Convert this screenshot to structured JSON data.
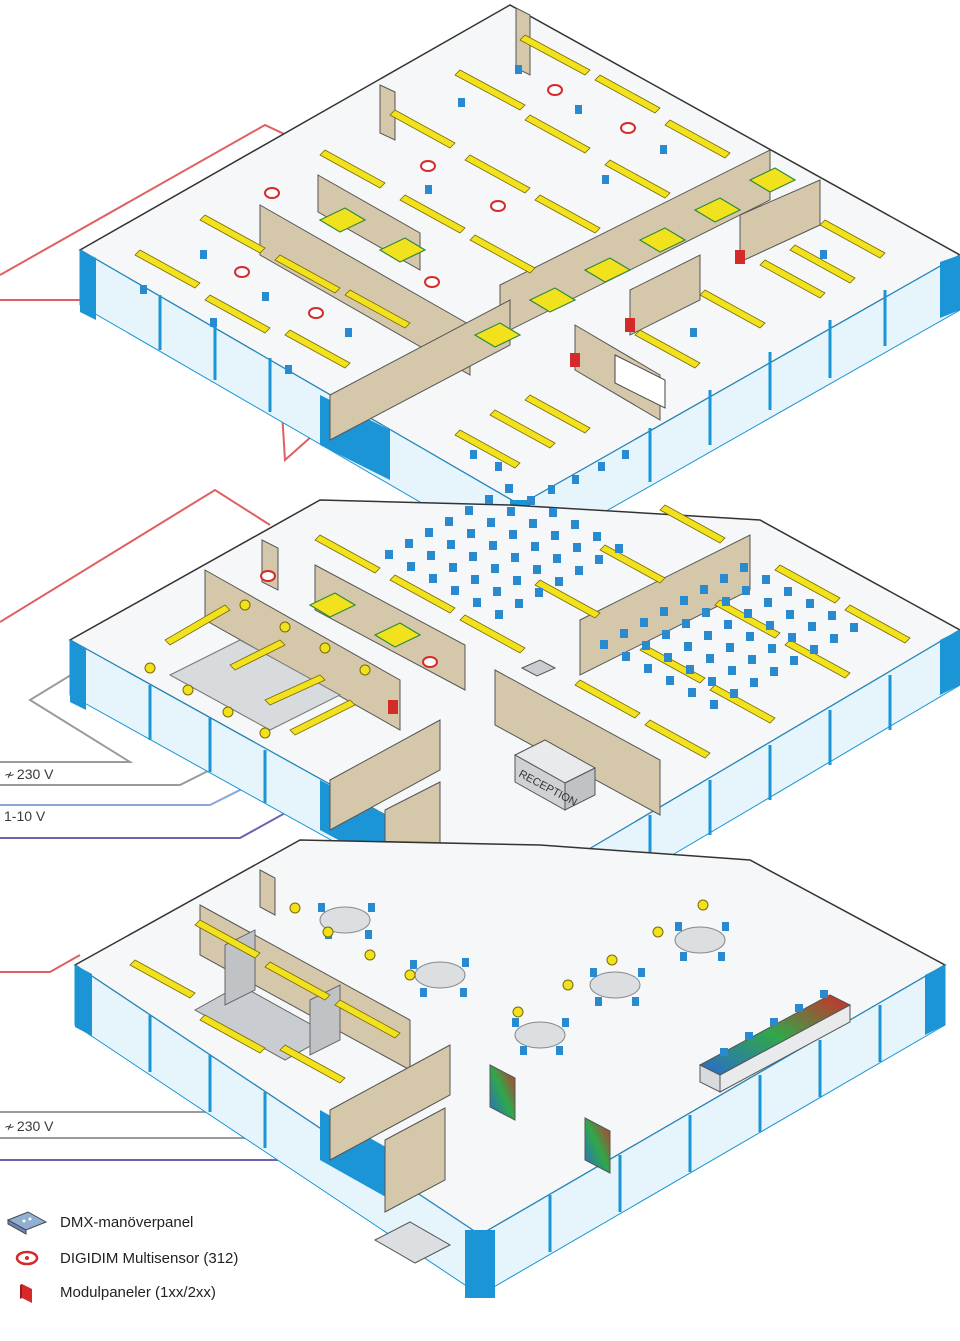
{
  "wires": [
    {
      "id": "w1",
      "label": "230 V",
      "symbol": "ac-icon"
    },
    {
      "id": "w2",
      "label": "1-10 V",
      "symbol": ""
    },
    {
      "id": "w3",
      "label": "230 V",
      "symbol": "ac-icon"
    }
  ],
  "wire_symbol_text": "≁",
  "reception_label": "RECEPTION",
  "legend": [
    {
      "label": "DMX-manöverpanel",
      "icon": "dmx-panel-icon"
    },
    {
      "label": "DIGIDIM Multisensor (312)",
      "icon": "multisensor-icon"
    },
    {
      "label": "Modulpaneler (1xx/2xx)",
      "icon": "module-panel-icon"
    }
  ],
  "colors": {
    "glass_blue": "#1b95d6",
    "glass_light": "#e6f4fb",
    "wall_tan": "#d5c7aa",
    "floor": "#f5f7f8",
    "luminaire_yellow": "#f2e21e",
    "luminaire_green": "#2f8a3a",
    "sensor_red": "#d42a2a",
    "cable_red": "#e06060",
    "cable_grey": "#9a9a9a",
    "cable_blue": "#8aa6d8",
    "cable_purple": "#6a63b0",
    "chair_blue": "#2a8ad0"
  }
}
